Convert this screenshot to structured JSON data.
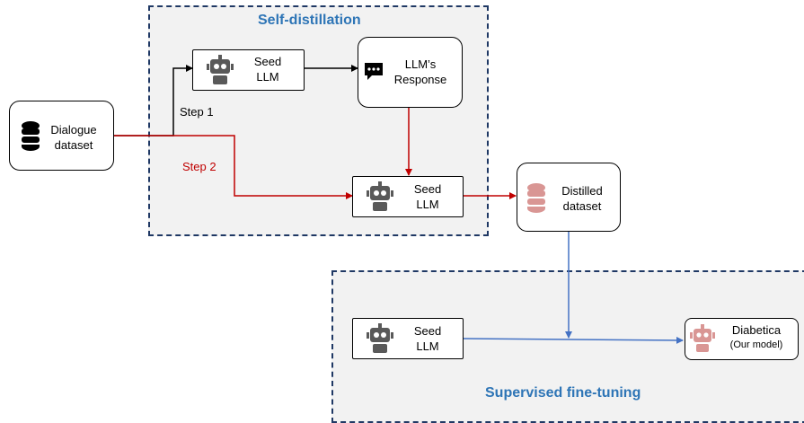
{
  "regions": {
    "self_distillation": {
      "title": "Self-distillation"
    },
    "supervised_fine_tuning": {
      "title": "Supervised fine-tuning"
    }
  },
  "nodes": {
    "dialogue_dataset": {
      "line1": "Dialogue",
      "line2": "dataset"
    },
    "seed_llm_top": {
      "line1": "Seed",
      "line2": "LLM"
    },
    "llm_response": {
      "line1": "LLM’s",
      "line2": "Response"
    },
    "seed_llm_mid": {
      "line1": "Seed",
      "line2": "LLM"
    },
    "distilled_dataset": {
      "line1": "Distilled",
      "line2": "dataset"
    },
    "seed_llm_bottom": {
      "line1": "Seed",
      "line2": "LLM"
    },
    "diabetica": {
      "line1": "Diabetica",
      "line2": "(Our model)"
    }
  },
  "steps": {
    "step1": "Step 1",
    "step2": "Step 2"
  },
  "colors": {
    "step1_arrow": "#000000",
    "step2_arrow": "#c00000",
    "sft_arrow": "#4472c4",
    "region_border": "#1f3864",
    "region_title": "#2e75b6",
    "dataset_highlight": "#d99694"
  },
  "icons": {
    "dialogue_dataset": "database-icon",
    "seed_llm": "robot-icon",
    "llm_response": "chat-bubble-icon",
    "distilled_dataset": "database-icon",
    "diabetica": "robot-icon"
  }
}
